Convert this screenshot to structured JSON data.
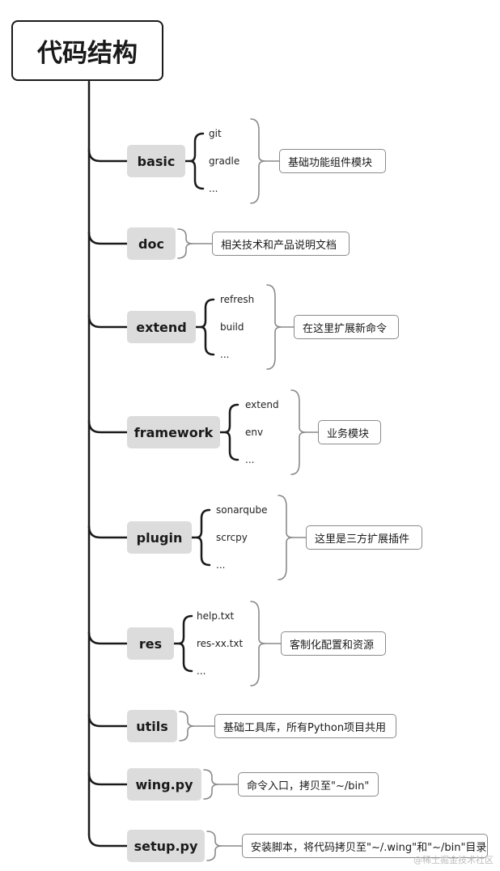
{
  "title": "代码结构",
  "branches": [
    {
      "name": "basic",
      "children": [
        "git",
        "gradle",
        "..."
      ],
      "note": "基础功能组件模块"
    },
    {
      "name": "doc",
      "children": [],
      "note": "相关技术和产品说明文档"
    },
    {
      "name": "extend",
      "children": [
        "refresh",
        "build",
        "..."
      ],
      "note": "在这里扩展新命令"
    },
    {
      "name": "framework",
      "children": [
        "extend",
        "env",
        "..."
      ],
      "note": "业务模块"
    },
    {
      "name": "plugin",
      "children": [
        "sonarqube",
        "scrcpy",
        "..."
      ],
      "note": "这里是三方扩展插件"
    },
    {
      "name": "res",
      "children": [
        "help.txt",
        "res-xx.txt",
        "..."
      ],
      "note": "客制化配置和资源"
    },
    {
      "name": "utils",
      "children": [],
      "note": "基础工具库，所有Python项目共用"
    },
    {
      "name": "wing.py",
      "children": [],
      "note": "命令入口，拷贝至\"~/bin\""
    },
    {
      "name": "setup.py",
      "children": [],
      "note": "安装脚本，将代码拷贝至\"~/.wing\"和\"~/bin\"目录"
    }
  ],
  "watermark": "@稀土掘金技术社区"
}
